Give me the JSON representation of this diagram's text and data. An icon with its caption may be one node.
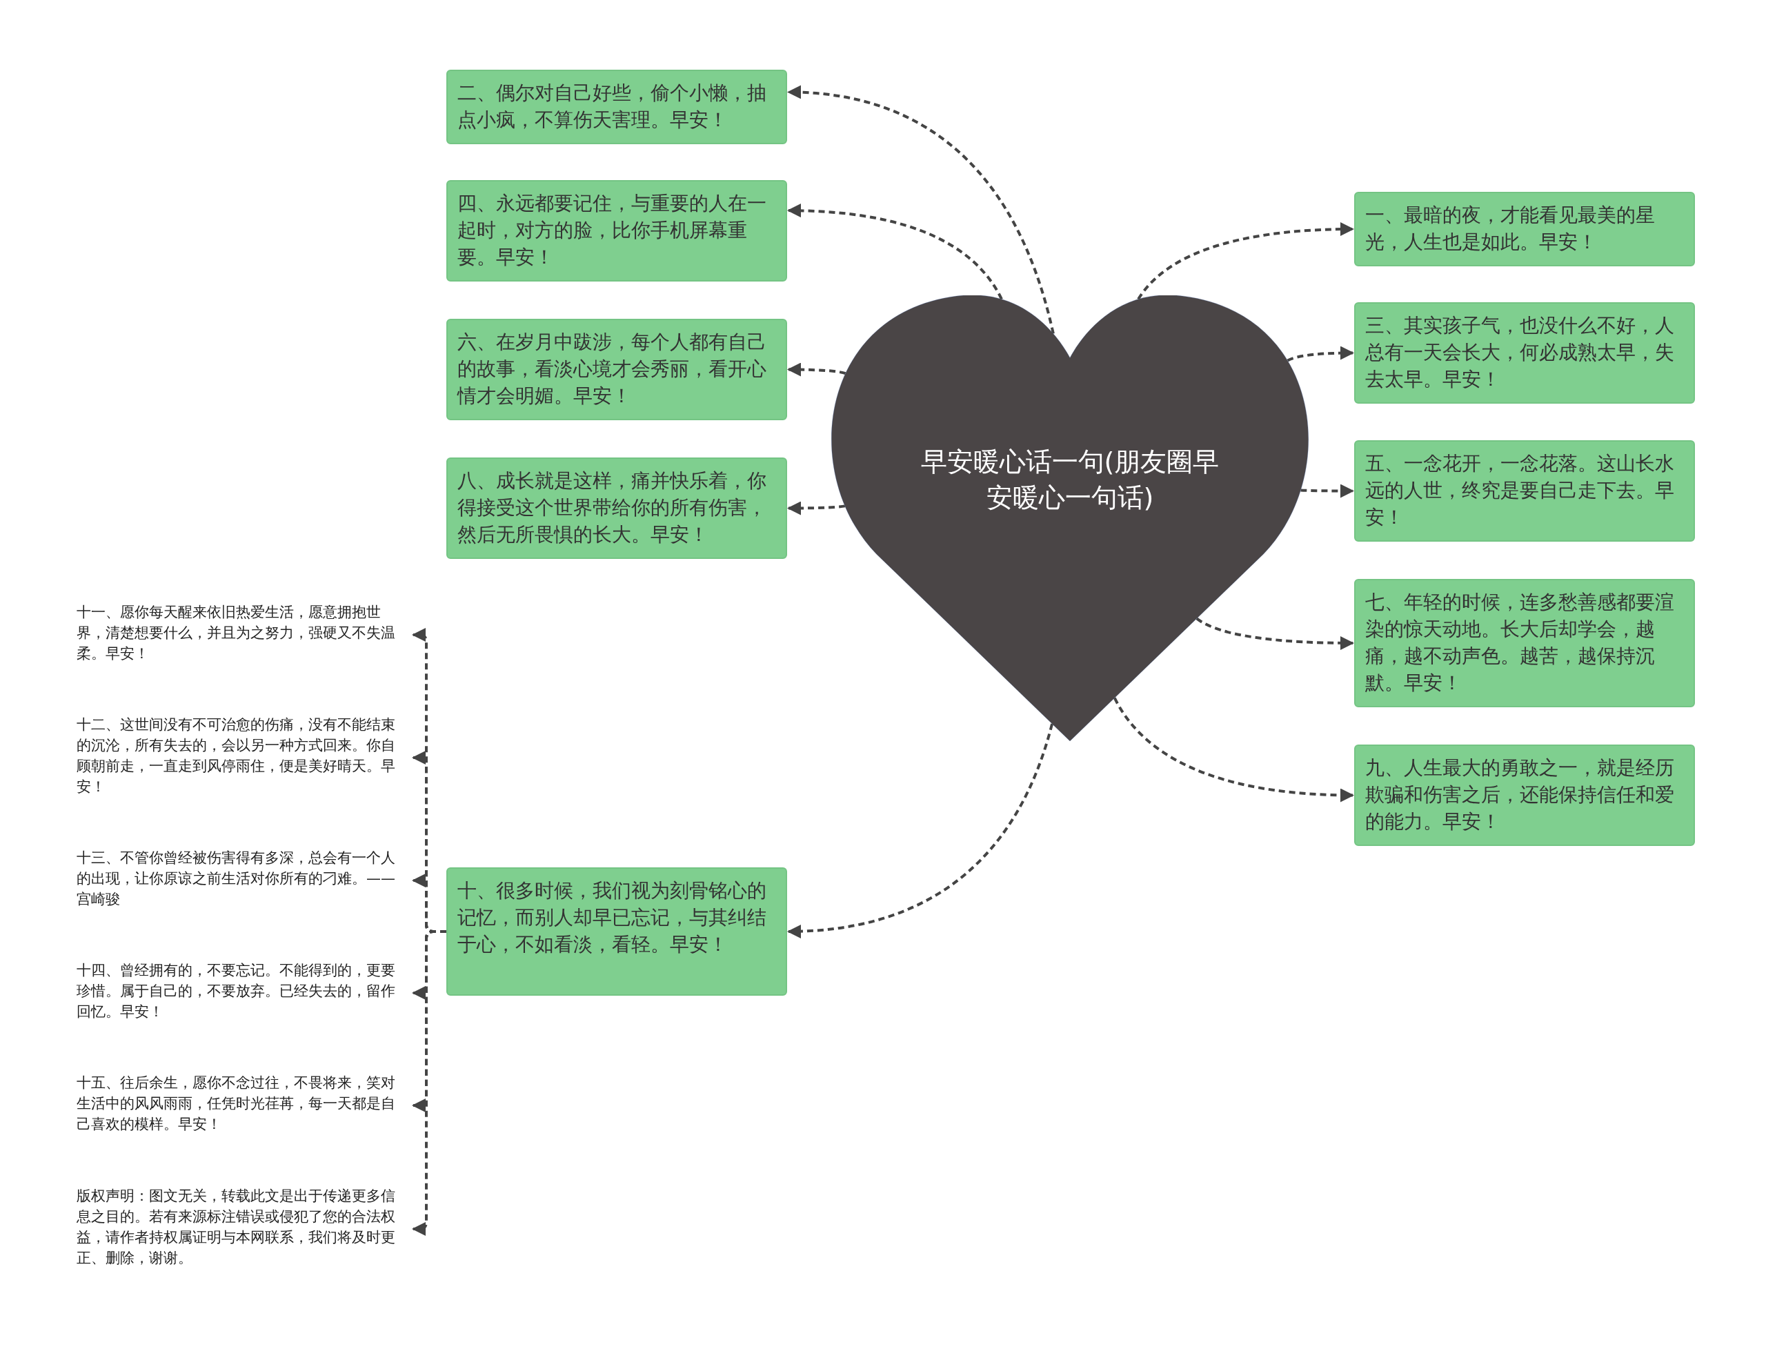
{
  "diagram": {
    "nodes": [
      {
        "text": [
          "早安暖心话一句(朋友圈早安暖心一句话)"
        ]
      },
      {
        "text": [
          "二、偶尔对自己好些，偷个小懒，抽点小疯，不算伤天害理。早安！"
        ]
      },
      {
        "text": [
          "四、永远都要记住，与重要的人在一起时，对方的脸，比你手机屏幕重要。早安！"
        ]
      },
      {
        "text": [
          "六、在岁月中跋涉，每个人都有自己的故事，看淡心境才会秀丽，看开心情才会明媚。早安！"
        ]
      },
      {
        "text": [
          "八、成长就是这样，痛并快乐着，你得接受这个世界带给你的所有伤害，然后无所畏惧的长大。早安！"
        ]
      },
      {
        "text": [
          "十、很多时候，我们视为刻骨铭心的记忆，而别人却早已忘记，与其纠结于心，不如看淡，看轻。早安！"
        ]
      },
      {
        "text": [
          "十一、愿你每天醒来依旧热爱生活，愿意拥抱世界，清楚想要什么，并且为之努力，强硬又不失温柔。早安！"
        ]
      },
      {
        "text": [
          "十二、这世间没有不可治愈的伤痛，没有不能结束的沉沦，所有失去的，会以另一种方式回来。你自顾朝前走，一直走到风停雨住，便是美好晴天。早安！"
        ]
      },
      {
        "text": [
          "十三、不管你曾经被伤害得有多深，总会有一个人的出现，让你原谅之前生活对你所有的刁难。——宫崎骏"
        ]
      },
      {
        "text": [
          "十四、曾经拥有的，不要忘记。不能得到的，更要珍惜。属于自己的，不要放弃。已经失去的，留作回忆。早安！"
        ]
      },
      {
        "text": [
          "十五、往后余生，愿你不念过往，不畏将来，笑对生活中的风风雨雨，任凭时光荏苒，每一天都是自己喜欢的模样。早安！"
        ]
      },
      {
        "text": [
          "版权声明：图文无关，转载此文是出于传递更多信息之目的。若有来源标注错误或侵犯了您的合法权益，请作者持权属证明与本网联系，我们将及时更正、删除，谢谢。"
        ]
      },
      {
        "text": [
          "一、最暗的夜，才能看见最美的星光，人生也是如此。早安！"
        ]
      },
      {
        "text": [
          "三、其实孩子气，也没什么不好，人总有一天会长大，何必成熟太早，失去太早。早安！"
        ]
      },
      {
        "text": [
          "五、一念花开，一念花落。这山长水远的人世，终究是要自己走下去。早安！"
        ]
      },
      {
        "text": [
          "七、年轻的时候，连多愁善感都要渲染的惊天动地。长大后却学会，越痛，越不动声色。越苦，越保持沉默。早安！"
        ]
      },
      {
        "text": [
          "九、人生最大的勇敢之一，就是经历欺骗和伤害之后，还能保持信任和爱的能力。早安！"
        ]
      }
    ],
    "edges": [
      {
        "from": 0,
        "to": 1,
        "arrow": "to"
      },
      {
        "from": 0,
        "to": 2,
        "arrow": "to"
      },
      {
        "from": 0,
        "to": 3,
        "arrow": "to"
      },
      {
        "from": 0,
        "to": 4,
        "arrow": "to"
      },
      {
        "from": 0,
        "to": 5,
        "arrow": "to"
      },
      {
        "from": 0,
        "to": 12,
        "arrow": "to"
      },
      {
        "from": 0,
        "to": 13,
        "arrow": "to"
      },
      {
        "from": 0,
        "to": 14,
        "arrow": "to"
      },
      {
        "from": 0,
        "to": 15,
        "arrow": "to"
      },
      {
        "from": 0,
        "to": 16,
        "arrow": "to"
      },
      {
        "from": 5,
        "to": 6,
        "arrow": "to"
      },
      {
        "from": 5,
        "to": 7,
        "arrow": "to"
      },
      {
        "from": 5,
        "to": 8,
        "arrow": "to"
      },
      {
        "from": 5,
        "to": 9,
        "arrow": "to"
      },
      {
        "from": 5,
        "to": 10,
        "arrow": "to"
      },
      {
        "from": 5,
        "to": 11,
        "arrow": "to"
      }
    ]
  }
}
